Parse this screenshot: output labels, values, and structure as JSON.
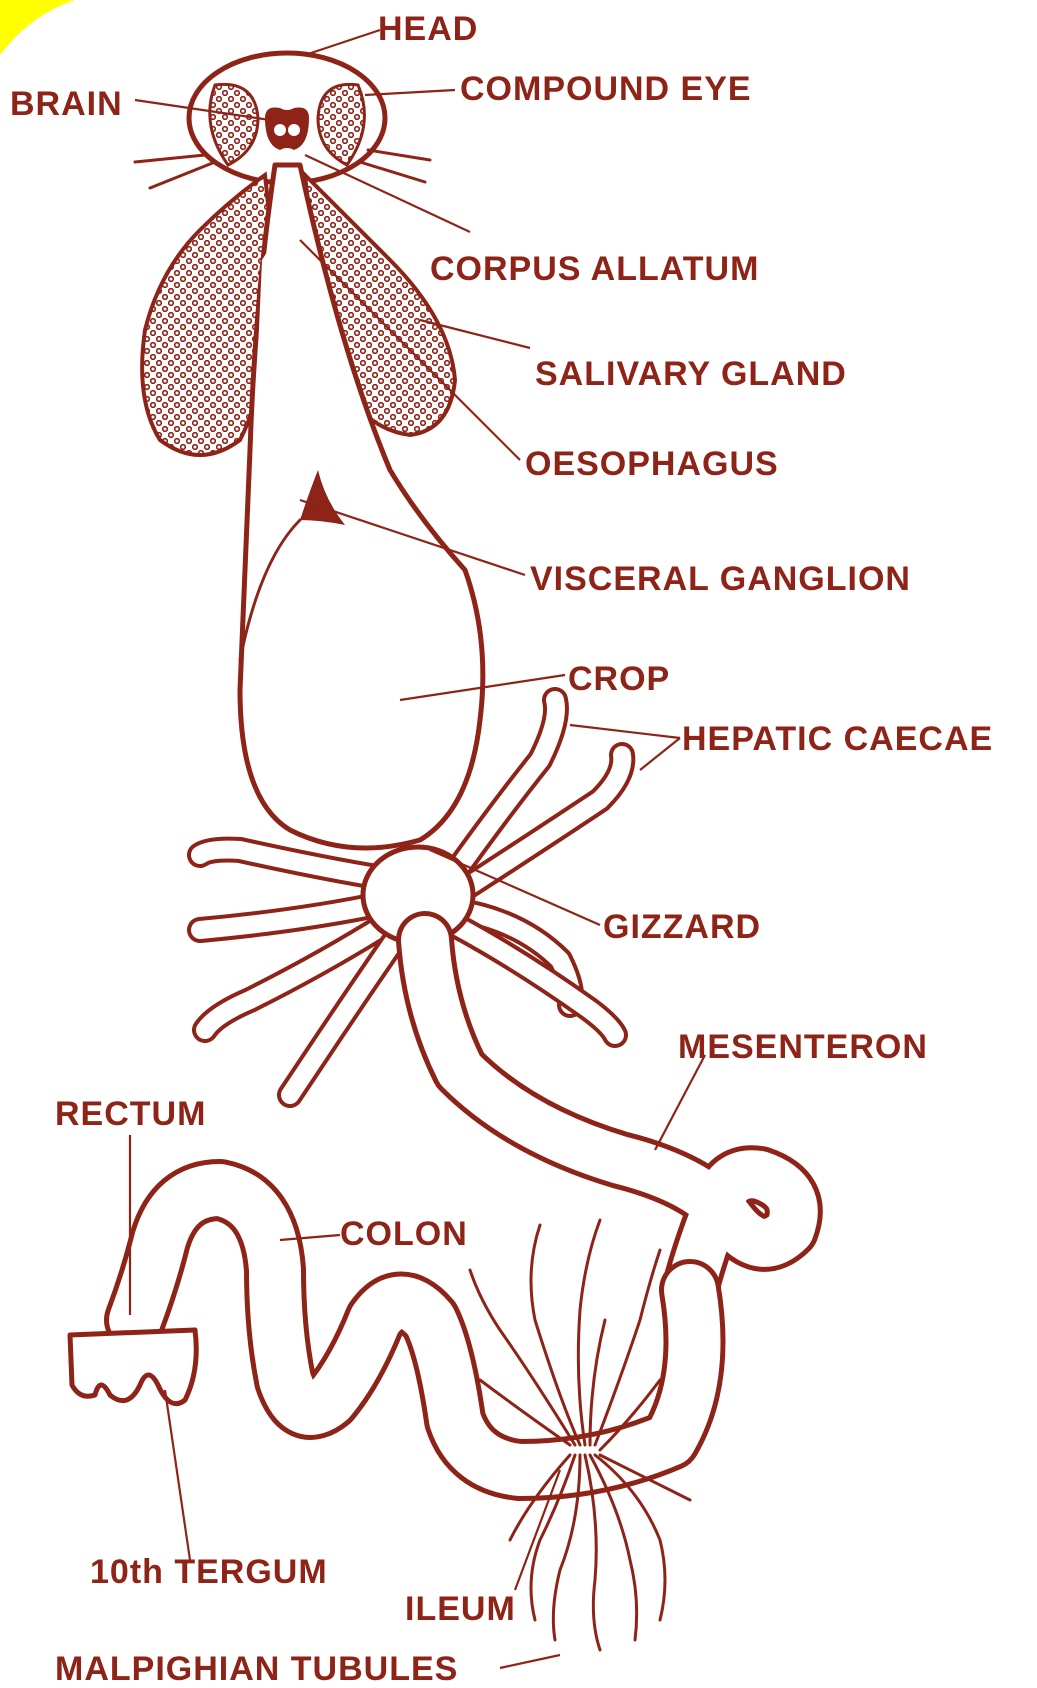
{
  "diagram": {
    "accent_color": "#8e2318",
    "corner_color": "#ffff00",
    "labels": {
      "head": "HEAD",
      "brain": "BRAIN",
      "compound_eye": "COMPOUND EYE",
      "corpus_allatum": "CORPUS ALLATUM",
      "salivary_gland": "SALIVARY GLAND",
      "oesophagus": "OESOPHAGUS",
      "visceral_ganglion": "VISCERAL GANGLION",
      "crop": "CROP",
      "hepatic_caecae": "HEPATIC CAECAE",
      "gizzard": "GIZZARD",
      "mesenteron": "MESENTERON",
      "rectum": "RECTUM",
      "colon": "COLON",
      "tenth_tergum": "10th TERGUM",
      "ileum": "ILEUM",
      "malpighian_tubules": "MALPIGHIAN TUBULES"
    }
  }
}
